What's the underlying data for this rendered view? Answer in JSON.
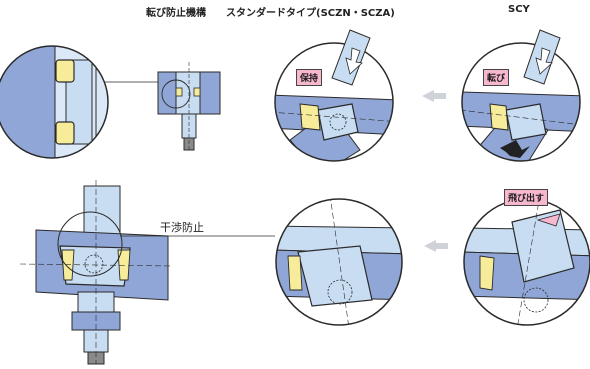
{
  "headers": {
    "mechanism": "転び防止機構",
    "standard_type": "スタンダードタイプ(SCZN・SCZA)",
    "scy": "SCY"
  },
  "tags": {
    "hold": "保持",
    "tip": "転び",
    "pop_out": "飛び出す"
  },
  "callouts": {
    "interference": "干渉防止"
  },
  "colors": {
    "block_blue": "#8fa6d6",
    "light_blue": "#c8dcf2",
    "pale_blue": "#dbe8f7",
    "outline": "#2b2b2b",
    "yellow": "#f6ec9a",
    "tag_pink": "#f6b7cf",
    "arrow_gray": "#cfd3d8"
  }
}
